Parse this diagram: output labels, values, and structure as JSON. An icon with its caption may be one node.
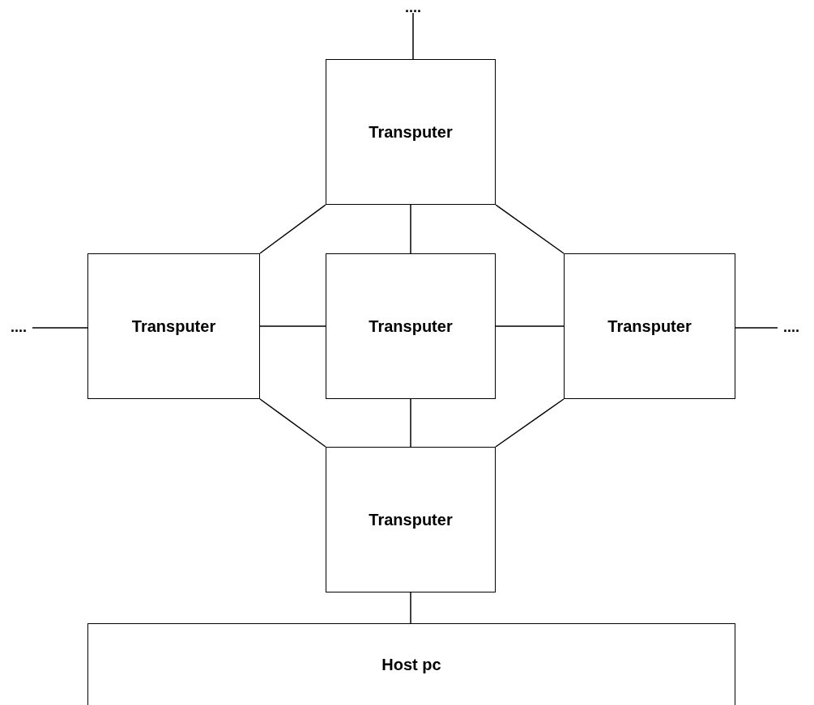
{
  "diagram": {
    "nodes": [
      {
        "text": [
          "...."
        ]
      },
      {
        "text": [
          "Transputer"
        ]
      },
      {
        "text": [
          "...."
        ]
      },
      {
        "text": [
          "Transputer"
        ]
      },
      {
        "text": [
          "Transputer"
        ]
      },
      {
        "text": [
          "Transputer"
        ]
      },
      {
        "text": [
          "...."
        ]
      },
      {
        "text": [
          "Transputer"
        ]
      },
      {
        "text": [
          "Host pc"
        ]
      }
    ],
    "edges": [
      {
        "from": 1,
        "to": 0,
        "arrow": "none"
      },
      {
        "from": 1,
        "to": 3,
        "arrow": "none"
      },
      {
        "from": 1,
        "to": 4,
        "arrow": "none"
      },
      {
        "from": 1,
        "to": 5,
        "arrow": "none"
      },
      {
        "from": 2,
        "to": 3,
        "arrow": "none"
      },
      {
        "from": 3,
        "to": 4,
        "arrow": "none"
      },
      {
        "from": 4,
        "to": 5,
        "arrow": "none"
      },
      {
        "from": 5,
        "to": 6,
        "arrow": "none"
      },
      {
        "from": 3,
        "to": 7,
        "arrow": "none"
      },
      {
        "from": 4,
        "to": 7,
        "arrow": "none"
      },
      {
        "from": 5,
        "to": 7,
        "arrow": "none"
      },
      {
        "from": 7,
        "to": 8,
        "arrow": "none"
      }
    ]
  }
}
